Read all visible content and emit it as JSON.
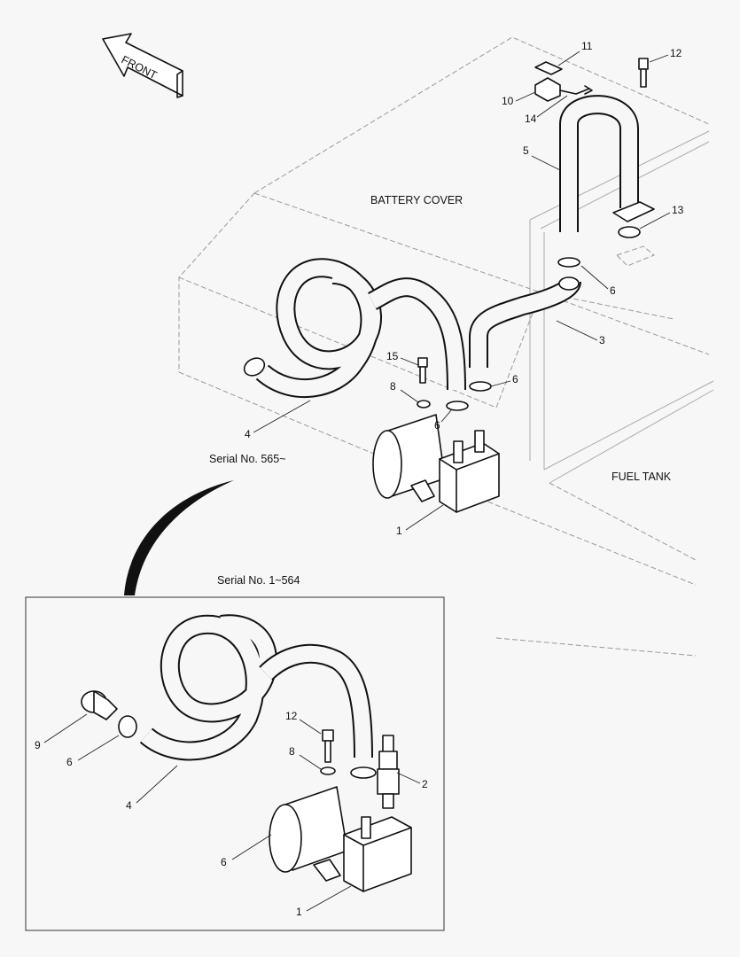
{
  "labels": {
    "front": "FRONT",
    "battery_cover": "BATTERY COVER",
    "fuel_tank": "FUEL TANK",
    "serial_new": "Serial No. 565~",
    "serial_old": "Serial No. 1~564"
  },
  "callouts_main": [
    "11",
    "12",
    "10",
    "14",
    "5",
    "13",
    "6",
    "3",
    "15",
    "8",
    "6",
    "6",
    "4",
    "1"
  ],
  "callouts_inset": [
    "12",
    "8",
    "9",
    "6",
    "2",
    "4",
    "6",
    "1"
  ]
}
